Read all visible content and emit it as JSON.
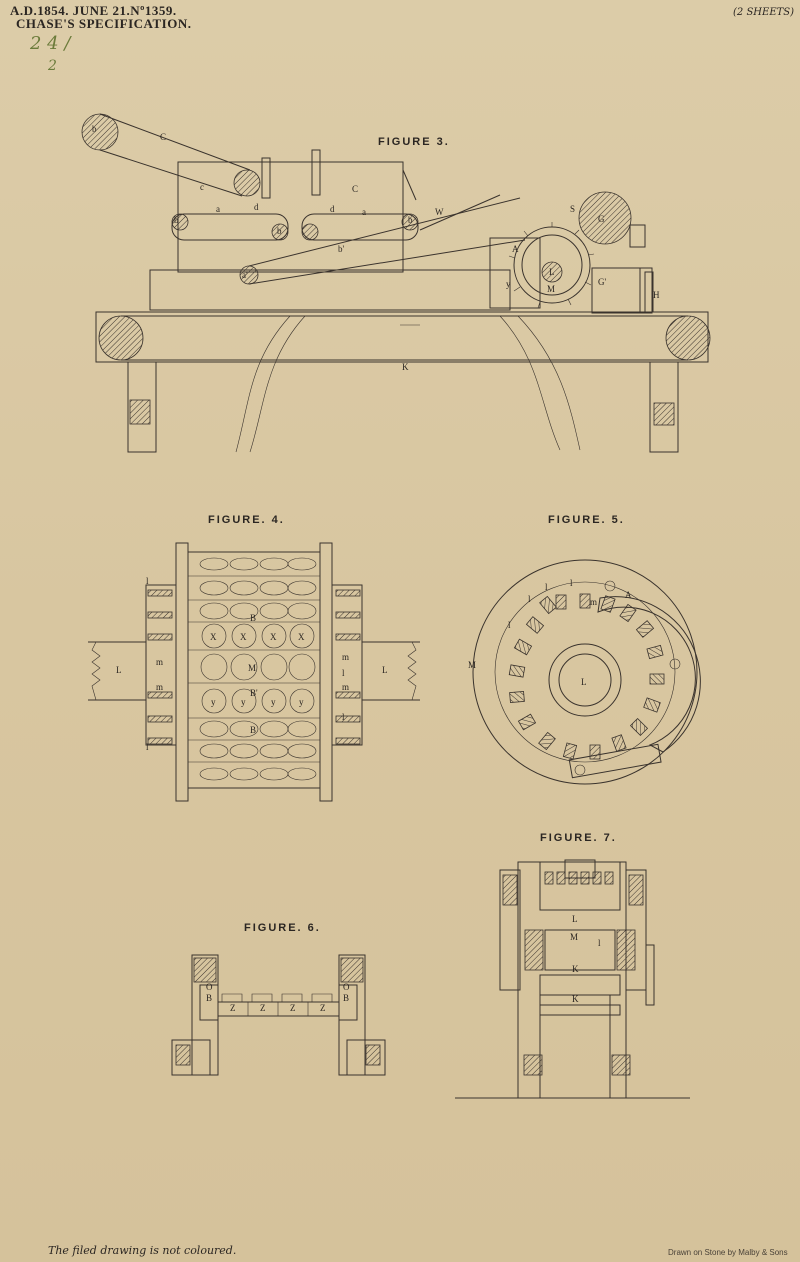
{
  "header": {
    "line1": "A.D.1854. JUNE 21.Nº1359.",
    "line2": "CHASE'S SPECIFICATION.",
    "sheets": "(2 SHEETS)",
    "ref_number": "2 4 /",
    "ref_sub": "2"
  },
  "figures": {
    "fig3": "FIGURE 3.",
    "fig4": "FIGURE. 4.",
    "fig5": "FIGURE. 5.",
    "fig6": "FIGURE. 6.",
    "fig7": "FIGURE. 7."
  },
  "labels": {
    "fig3": [
      "b",
      "c",
      "a",
      "d",
      "b",
      "b",
      "C",
      "d",
      "a",
      "b",
      "W",
      "b'",
      "a'",
      "A",
      "S",
      "G",
      "L",
      "M",
      "y",
      "G'",
      "H",
      "K",
      "C"
    ],
    "fig4": [
      "l",
      "L",
      "B",
      "X",
      "X",
      "X",
      "X",
      "M",
      "B'",
      "y",
      "y",
      "y",
      "y",
      "B",
      "m",
      "m",
      "l",
      "L",
      "l",
      "m",
      "m",
      "l"
    ],
    "fig5": [
      "l",
      "l",
      "m",
      "l",
      "l",
      "A",
      "M",
      "L"
    ],
    "fig6": [
      "O",
      "B",
      "Z",
      "Z",
      "Z",
      "Z",
      "O",
      "B"
    ],
    "fig7": [
      "L",
      "M",
      "l",
      "K",
      "K"
    ]
  },
  "footer": {
    "note": "The filed drawing is not coloured.",
    "credit": "Drawn on Stone by Malby & Sons"
  }
}
